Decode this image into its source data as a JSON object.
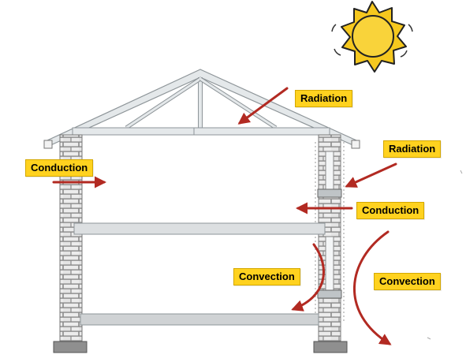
{
  "labels": {
    "radiation_roof": "Radiation",
    "radiation_wall": "Radiation",
    "conduction_left": "Conduction",
    "conduction_right": "Conduction",
    "convection_inside": "Convection",
    "convection_outside": "Convection"
  },
  "colors": {
    "arrow": "#b22a22",
    "label_background": "#ffd21f",
    "sun_fill": "#f6c81e",
    "sun_outline": "#222222",
    "brick": "#e8e8e8",
    "brick_mortar": "#8a8a8a",
    "roof_truss": "#e4e8ea",
    "slab": "#dcdfe1",
    "foundation": "#8f8f8f"
  },
  "icons": {
    "sun": "sun-icon"
  }
}
